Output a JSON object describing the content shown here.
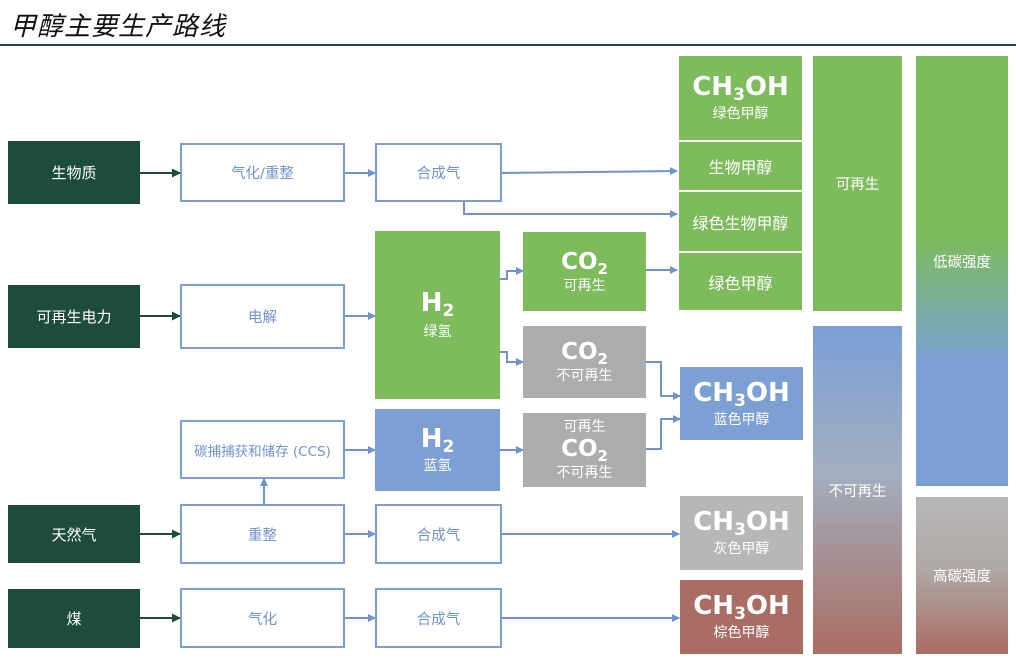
{
  "title": "甲醇主要生产路线",
  "sources": {
    "biomass": "生物质",
    "renewable_power": "可再生电力",
    "natural_gas": "天然气",
    "coal": "煤"
  },
  "processes": {
    "gasify_reform": "气化/重整",
    "syngas": "合成气",
    "electrolysis": "电解",
    "ccs": "碳捕捕获和储存 (CCS)",
    "reforming": "重整",
    "gasification": "气化"
  },
  "hydrogen": {
    "formula_main": "H",
    "formula_sub": "2",
    "green_label": "绿氢",
    "blue_label": "蓝氢"
  },
  "co2": {
    "formula_main": "CO",
    "formula_sub": "2",
    "renewable": "可再生",
    "non_renewable": "不可再生"
  },
  "methanol": {
    "formula_a": "CH",
    "formula_sub": "3",
    "formula_b": "OH",
    "green": "绿色甲醇",
    "bio": "生物甲醇",
    "green_bio": "绿色生物甲醇",
    "blue": "蓝色甲醇",
    "gray": "灰色甲醇",
    "brown": "棕色甲醇"
  },
  "bars": {
    "renewable": "可再生",
    "non_renewable": "不可再生",
    "low_carbon": "低碳强度",
    "high_carbon": "高碳强度"
  },
  "colors": {
    "source_dark_green": "#1d4b3c",
    "process_border_blue": "#7b9ed5",
    "green": "#7dbb5d",
    "blue": "#7c9fd4",
    "gray": "#adadad",
    "brown": "#a96d63",
    "arrow_blue": "#6f93cd"
  }
}
